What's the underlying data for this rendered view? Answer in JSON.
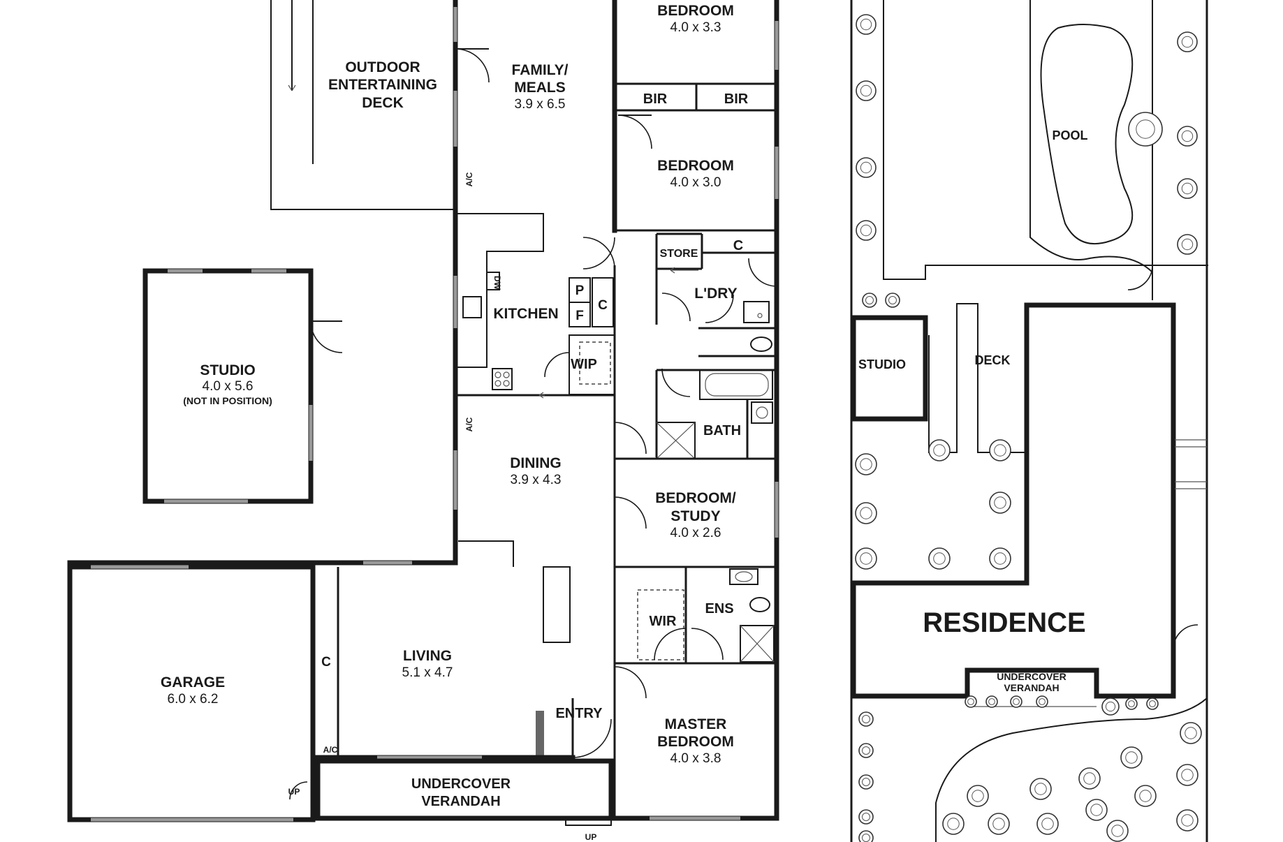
{
  "rooms": {
    "outdoor_deck": {
      "l1": "OUTDOOR",
      "l2": "ENTERTAINING",
      "l3": "DECK"
    },
    "family": {
      "l1": "FAMILY/",
      "l2": "MEALS",
      "size": "3.9 x 6.5"
    },
    "bedroom1": {
      "name": "BEDROOM",
      "size": "4.0 x 3.3"
    },
    "bir1": "BIR",
    "bir2": "BIR",
    "bedroom2": {
      "name": "BEDROOM",
      "size": "4.0 x 3.0"
    },
    "store": "STORE",
    "c_ldry": "C",
    "ldry": "L'DRY",
    "kitchen": "KITCHEN",
    "p": "P",
    "f": "F",
    "c_kitchen": "C",
    "dw": "DW",
    "wip": "WIP",
    "bath": "BATH",
    "studio": {
      "name": "STUDIO",
      "size": "4.0 x 5.6",
      "note": "(NOT IN POSITION)"
    },
    "dining": {
      "name": "DINING",
      "size": "3.9 x 4.3"
    },
    "bedroom_study": {
      "l1": "BEDROOM/",
      "l2": "STUDY",
      "size": "4.0 x 2.6"
    },
    "wir": "WIR",
    "ens": "ENS",
    "garage": {
      "name": "GARAGE",
      "size": "6.0 x 6.2"
    },
    "c_garage": "C",
    "living": {
      "name": "LIVING",
      "size": "5.1 x 4.7"
    },
    "entry": "ENTRY",
    "master": {
      "l1": "MASTER",
      "l2": "BEDROOM",
      "size": "4.0 x 3.8"
    },
    "verandah": {
      "l1": "UNDERCOVER",
      "l2": "VERANDAH"
    },
    "ac1": "A/C",
    "ac2": "A/C",
    "ac3": "A/C",
    "up1": "UP",
    "up2": "UP"
  },
  "site": {
    "pool": "POOL",
    "studio": "STUDIO",
    "deck": "DECK",
    "residence": "RESIDENCE",
    "verandah": {
      "l1": "UNDERCOVER",
      "l2": "VERANDAH"
    }
  }
}
